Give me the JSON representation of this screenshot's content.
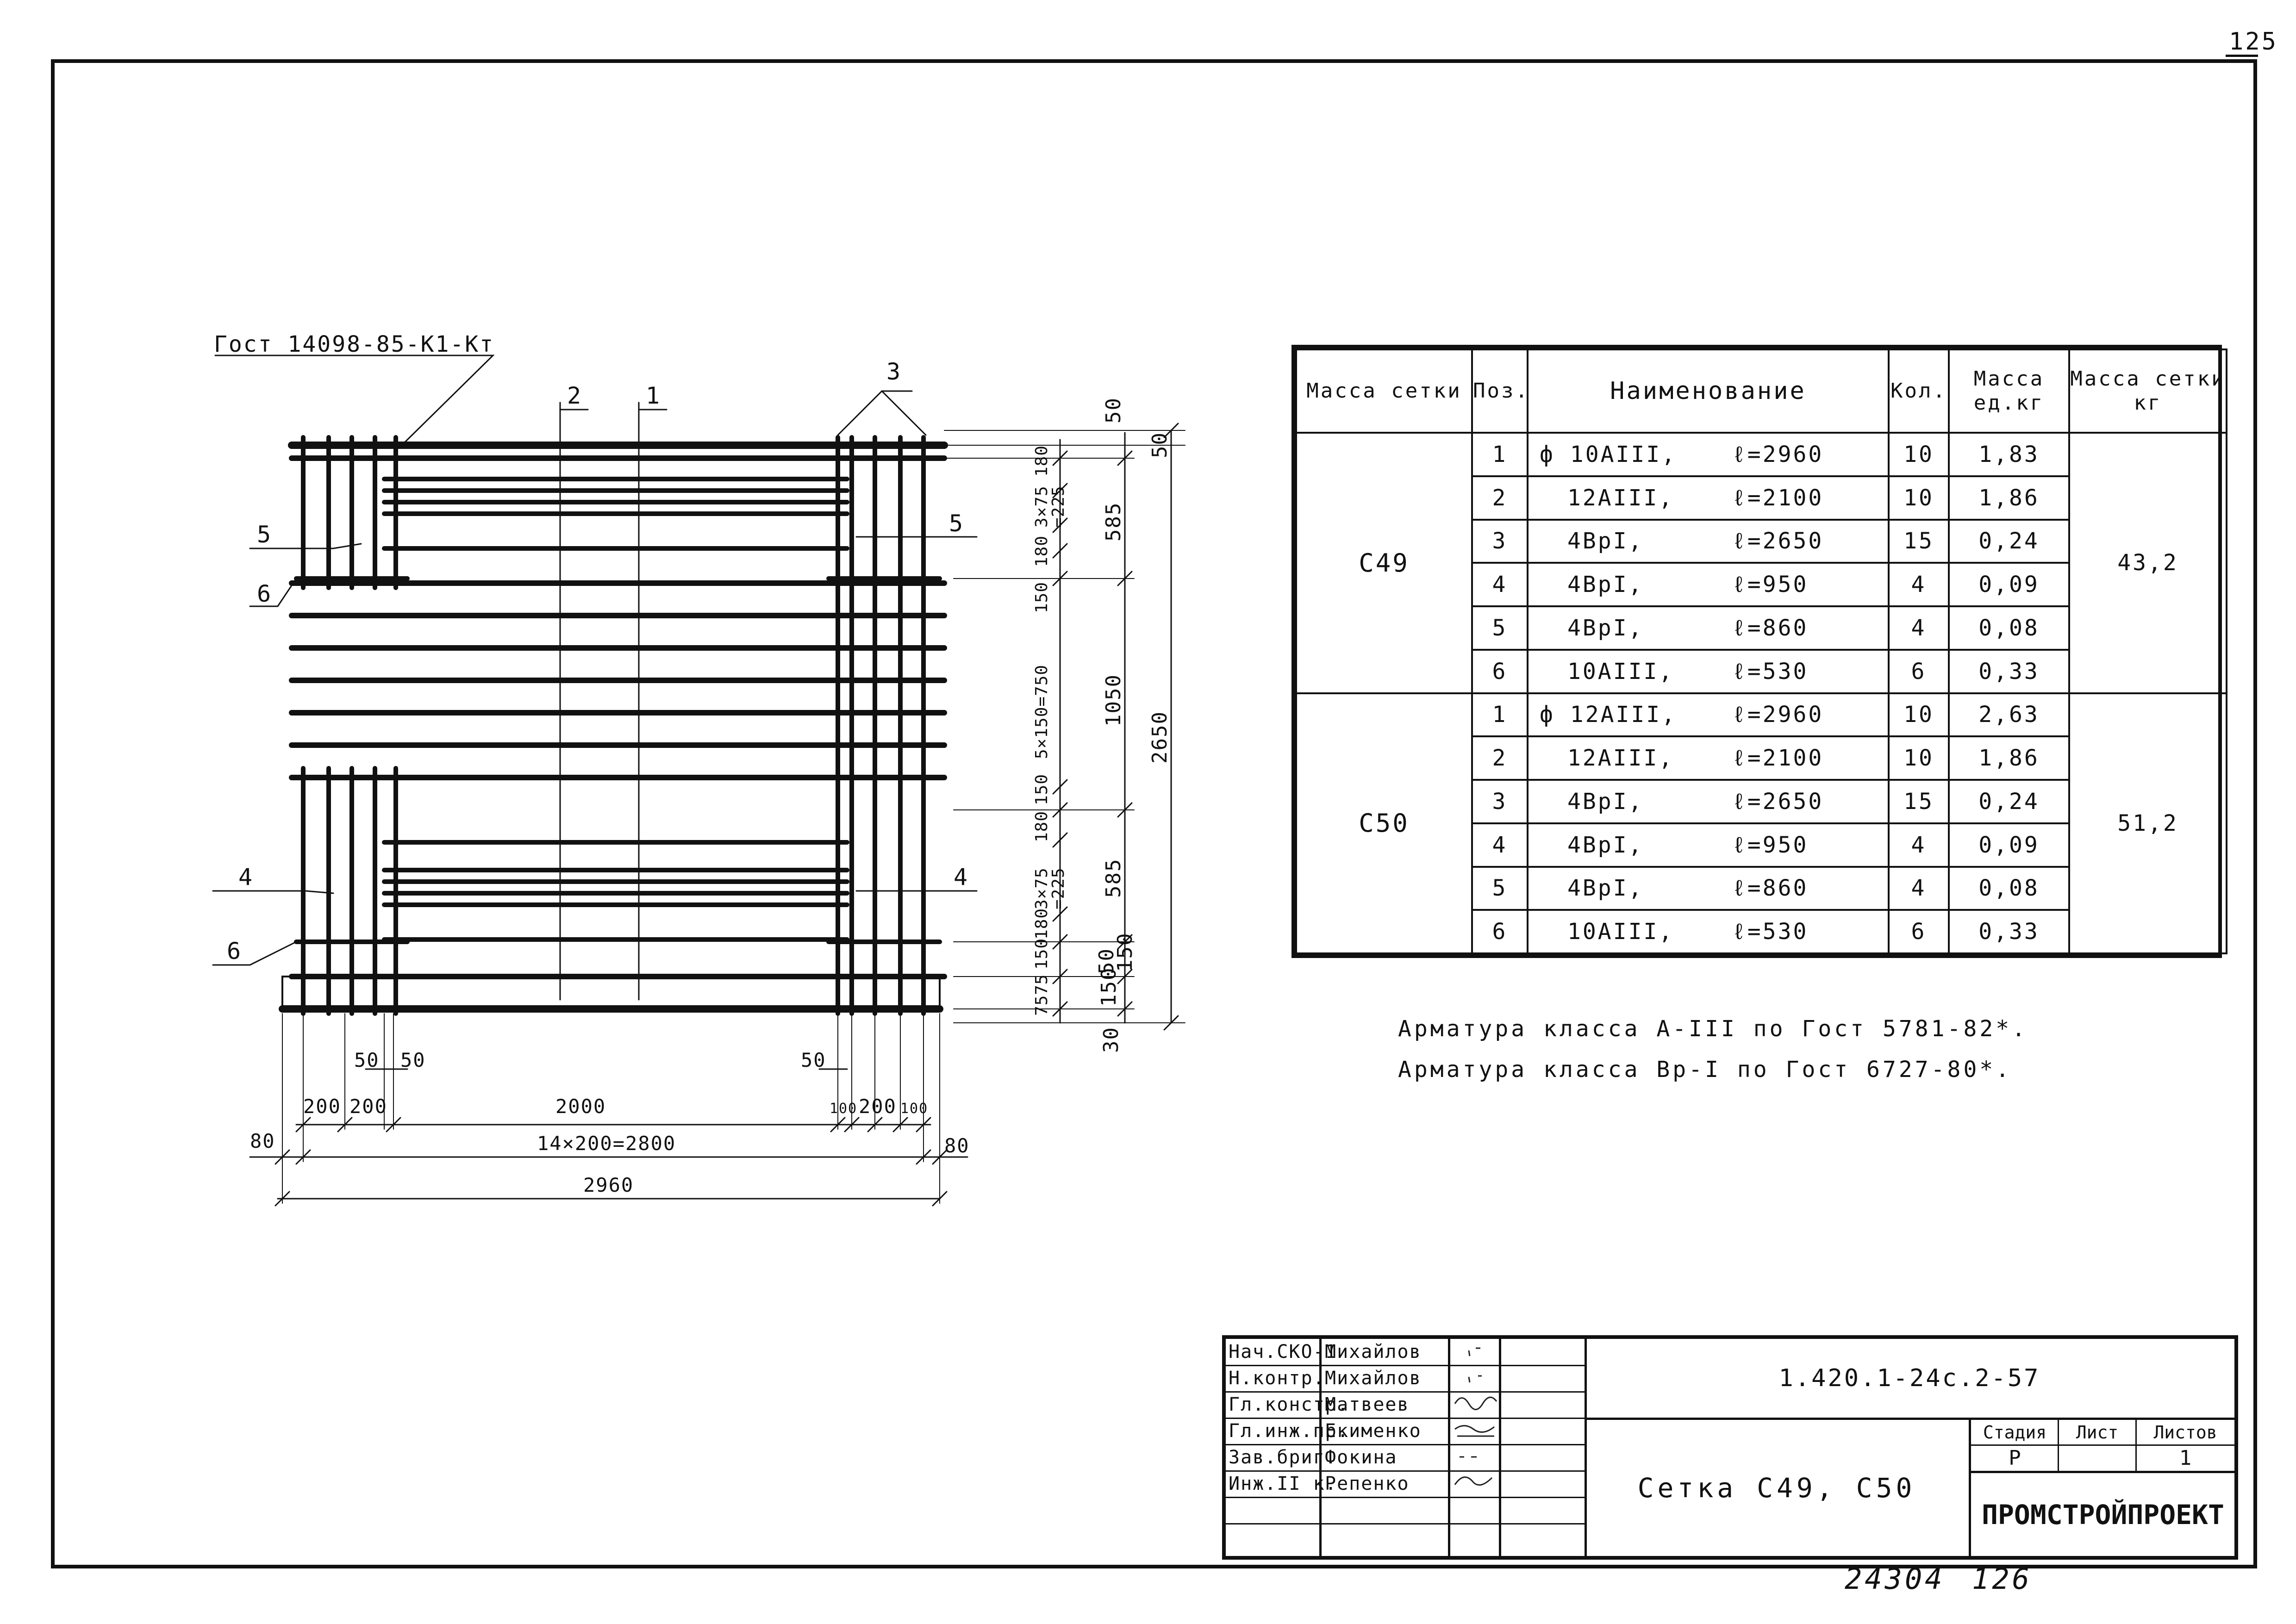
{
  "sheet": {
    "page_number_top": "125",
    "page_number_bottom_left": "24304",
    "page_number_bottom_right": "126"
  },
  "drawing": {
    "gost_label": "Гост 14098-85-К1-Кт",
    "callouts": {
      "c1": "1",
      "c2": "2",
      "c3": "3",
      "c4_left": "4",
      "c4_right": "4",
      "c5_left": "5",
      "c5_right": "5",
      "c6_top": "6",
      "c6_bottom": "6"
    },
    "dims_right_inner": [
      "180",
      "3×75",
      "=225",
      "180",
      "150",
      "5×150=750",
      "150",
      "180",
      "3×75",
      "=225",
      "180",
      "150",
      "75",
      "75"
    ],
    "dims_right_mid": [
      "50",
      "585",
      "1050",
      "585",
      "50",
      "150",
      "150"
    ],
    "dims_right_outer": [
      "50",
      "2650",
      "30"
    ],
    "dims_bottom": {
      "d50a": "50",
      "d50b": "50",
      "d50c": "50",
      "d200a": "200",
      "d200b": "200",
      "d2000": "2000",
      "d100a": "100",
      "d200c": "200",
      "d100b": "100",
      "d80a": "80",
      "d80b": "80",
      "d2800": "14×200=2800",
      "d2960": "2960"
    }
  },
  "spec_table": {
    "headers": {
      "mass_mesh": "Масса сетки",
      "pos": "Поз.",
      "name": "Наименование",
      "qty": "Кол.",
      "mass_unit": "Масса ед.кг",
      "mass_total": "Масса сетки кг"
    },
    "groups": [
      {
        "mesh": "С49",
        "total": "43,2",
        "rows": [
          {
            "pos": "1",
            "name": "ф 10АIII,",
            "len": "ℓ=2960",
            "qty": "10",
            "mass": "1,83"
          },
          {
            "pos": "2",
            "name": "12АIII,",
            "len": "ℓ=2100",
            "qty": "10",
            "mass": "1,86"
          },
          {
            "pos": "3",
            "name": "4ВрI,",
            "len": "ℓ=2650",
            "qty": "15",
            "mass": "0,24"
          },
          {
            "pos": "4",
            "name": "4ВрI,",
            "len": "ℓ=950",
            "qty": "4",
            "mass": "0,09"
          },
          {
            "pos": "5",
            "name": "4ВрI,",
            "len": "ℓ=860",
            "qty": "4",
            "mass": "0,08"
          },
          {
            "pos": "6",
            "name": "10АIII,",
            "len": "ℓ=530",
            "qty": "6",
            "mass": "0,33"
          }
        ]
      },
      {
        "mesh": "С50",
        "total": "51,2",
        "rows": [
          {
            "pos": "1",
            "name": "ф 12АIII,",
            "len": "ℓ=2960",
            "qty": "10",
            "mass": "2,63"
          },
          {
            "pos": "2",
            "name": "12АIII,",
            "len": "ℓ=2100",
            "qty": "10",
            "mass": "1,86"
          },
          {
            "pos": "3",
            "name": "4ВрI,",
            "len": "ℓ=2650",
            "qty": "15",
            "mass": "0,24"
          },
          {
            "pos": "4",
            "name": "4ВрI,",
            "len": "ℓ=950",
            "qty": "4",
            "mass": "0,09"
          },
          {
            "pos": "5",
            "name": "4ВрI,",
            "len": "ℓ=860",
            "qty": "4",
            "mass": "0,08"
          },
          {
            "pos": "6",
            "name": "10АIII,",
            "len": "ℓ=530",
            "qty": "6",
            "mass": "0,33"
          }
        ]
      }
    ]
  },
  "notes": [
    "Арматура класса А-III по Гост 5781-82*.",
    "Арматура класса Вр-I по Гост 6727-80*."
  ],
  "title_block": {
    "staff": [
      {
        "role": "Нач.СКО-1",
        "name": "Михайлов"
      },
      {
        "role": "Н.контр.",
        "name": "Михайлов"
      },
      {
        "role": "Гл.констр.",
        "name": "Матвеев"
      },
      {
        "role": "Гл.инж.пр.",
        "name": "Екименко"
      },
      {
        "role": "Зав.бриг.",
        "name": "Фокина"
      },
      {
        "role": "Инж.II к.",
        "name": "Репенко"
      }
    ],
    "document_code": "1.420.1-24с.2-57",
    "title": "Сетка С49, С50",
    "stage_label": "Стадия",
    "sheet_label": "Лист",
    "sheets_label": "Листов",
    "stage_value": "Р",
    "sheet_value": "",
    "sheets_value": "1",
    "organization": "ПРОМСТРОЙПРОЕКТ"
  }
}
